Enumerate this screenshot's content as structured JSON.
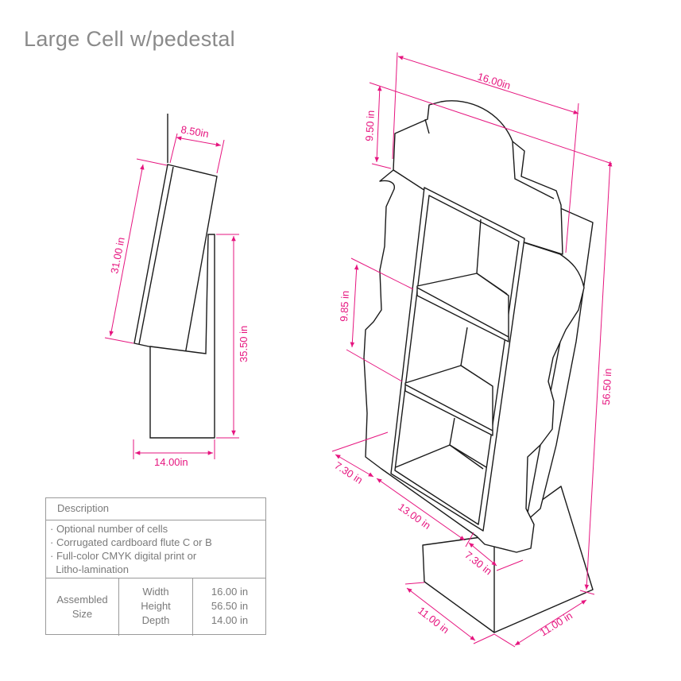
{
  "title": "Large Cell w/pedestal",
  "colors": {
    "dimension": "#e6157f",
    "outline": "#1a1a1a",
    "text": "#7a7a7a"
  },
  "side_view": {
    "dims": {
      "top_depth": "8.50in",
      "header_height": "31.00 in",
      "base_height": "35.50 in",
      "base_width": "14.00in"
    }
  },
  "iso_view": {
    "dims": {
      "width": "16.00in",
      "header_height": "9.50 in",
      "total_height": "56.50 in",
      "shelf_spacing": "9.85 in",
      "side_depth": "7.30 in",
      "shelf_width": "13.00 in",
      "side_depth_right": "7.30 in",
      "base_left": "11.00 in",
      "base_right": "11.00 in"
    }
  },
  "spec_table": {
    "header": "Description",
    "notes": [
      "· Optional number of cells",
      "· Corrugated cardboard flute C or B",
      "· Full-color CMYK digital print or",
      "  Litho-lamination"
    ],
    "assembled_label_1": "Assembled",
    "assembled_label_2": "Size",
    "labels": [
      "Width",
      "Height",
      "Depth"
    ],
    "values": [
      "16.00 in",
      "56.50 in",
      "14.00 in"
    ]
  }
}
